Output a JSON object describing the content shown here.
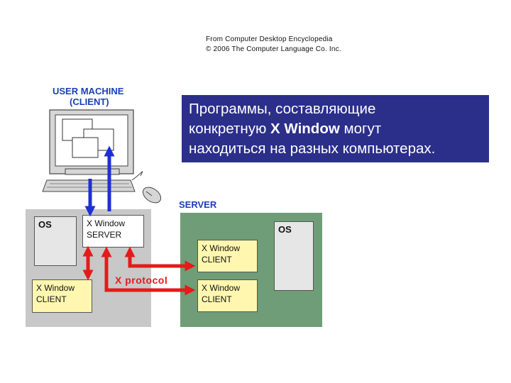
{
  "credit": {
    "line1": "From Computer Desktop Encyclopedia",
    "line2": "© 2006 The Computer Language Co. Inc."
  },
  "user_machine": {
    "title_line1": "USER MACHINE",
    "title_line2": "(CLIENT)"
  },
  "callout": {
    "line1": "Программы, составляющие",
    "line2_pre": "конкретную ",
    "line2_bold": "X Window",
    "line2_post": " могут",
    "line3": "находиться на разных компьютерах."
  },
  "server": {
    "title": "SERVER"
  },
  "client_panel": {
    "os_label": "OS",
    "xserver_line1": "X Window",
    "xserver_line2": "SERVER",
    "xclient_line1": "X Window",
    "xclient_line2": "CLIENT"
  },
  "server_panel": {
    "os_label": "OS",
    "client1_line1": "X Window",
    "client1_line2": "CLIENT",
    "client2_line1": "X Window",
    "client2_line2": "CLIENT"
  },
  "protocol_label": "X protocol",
  "colors": {
    "heading_blue": "#1a3fb5",
    "callout_bg": "#2b2f8a",
    "arrow_red": "#e31b1b",
    "arrow_blue": "#1f2fd6",
    "server_green": "#6f9d77",
    "client_gray": "#c8c8c8",
    "box_yellow": "#fff7b0"
  }
}
